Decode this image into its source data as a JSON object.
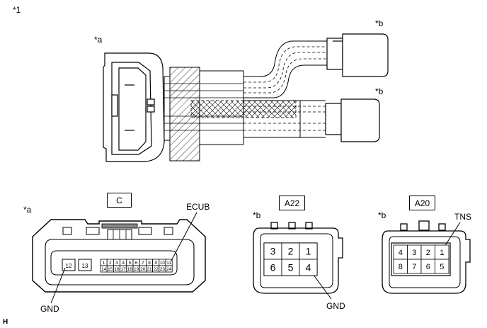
{
  "figure_ref": "*1",
  "labels": {
    "connector_side": "*a",
    "harness_side": "*b"
  },
  "connectors": [
    {
      "name": "C",
      "side_label": "*a",
      "pins_row1": [
        "1",
        "2",
        "3",
        "4",
        "5",
        "6",
        "7",
        "8",
        "9",
        "10",
        "11"
      ],
      "pins_row2": [
        "14",
        "15",
        "16",
        "17",
        "18",
        "19",
        "20",
        "21",
        "22",
        "23",
        "24"
      ],
      "pins_extra": [
        "12",
        "13"
      ],
      "callouts": [
        "ECUB",
        "GND"
      ]
    },
    {
      "name": "A22",
      "side_label": "*b",
      "pins_row1": [
        "3",
        "2",
        "1"
      ],
      "pins_row2": [
        "6",
        "5",
        "4"
      ],
      "callouts": [
        "GND"
      ]
    },
    {
      "name": "A20",
      "side_label": "*b",
      "pins_row1": [
        "4",
        "3",
        "2",
        "1"
      ],
      "pins_row2": [
        "8",
        "7",
        "6",
        "5"
      ],
      "callouts": [
        "TNS"
      ]
    }
  ],
  "footer_code": "H"
}
